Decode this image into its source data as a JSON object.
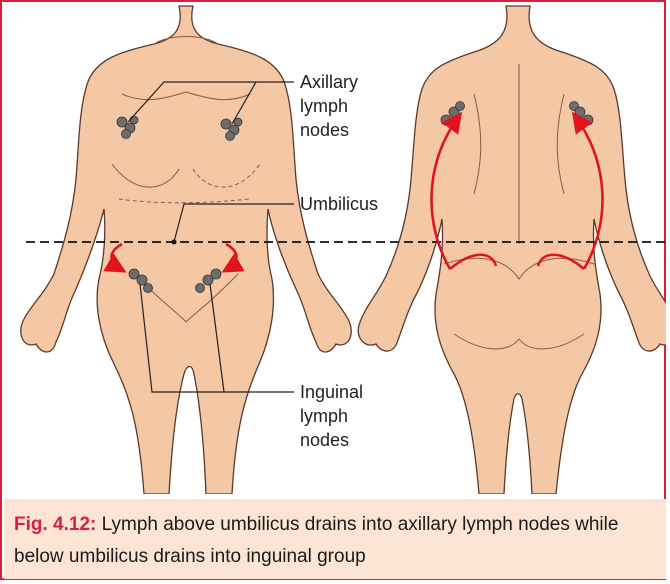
{
  "figure": {
    "labels": {
      "axillary": [
        "Axillary",
        "lymph",
        "nodes"
      ],
      "umbilicus": "Umbilicus",
      "inguinal": [
        "Inguinal",
        "lymph",
        "nodes"
      ]
    },
    "colors": {
      "skin": "#f4c7a5",
      "skin_shade": "#e3a47f",
      "outline": "#5a3a2a",
      "node": "#6d6d6d",
      "arrow": "#e0141c",
      "frame": "#d8203c",
      "caption_bg": "#fde4d4"
    }
  },
  "caption": {
    "label": "Fig. 4.12:",
    "text": "Lymph above umbilicus drains into axillary lymph nodes while below umbilicus drains into inguinal group"
  }
}
